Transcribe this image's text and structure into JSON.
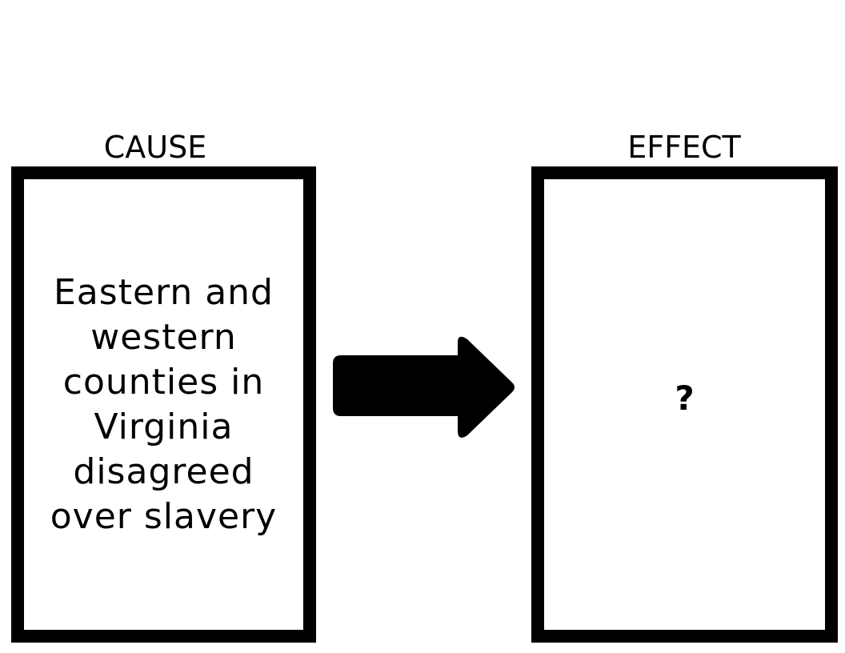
{
  "cause": {
    "heading": "CAUSE",
    "text": "Eastern and western counties in Virginia disagreed over slavery"
  },
  "effect": {
    "heading": "EFFECT",
    "text": "?"
  },
  "arrow": {
    "icon": "right-arrow-icon",
    "color": "#000000"
  }
}
